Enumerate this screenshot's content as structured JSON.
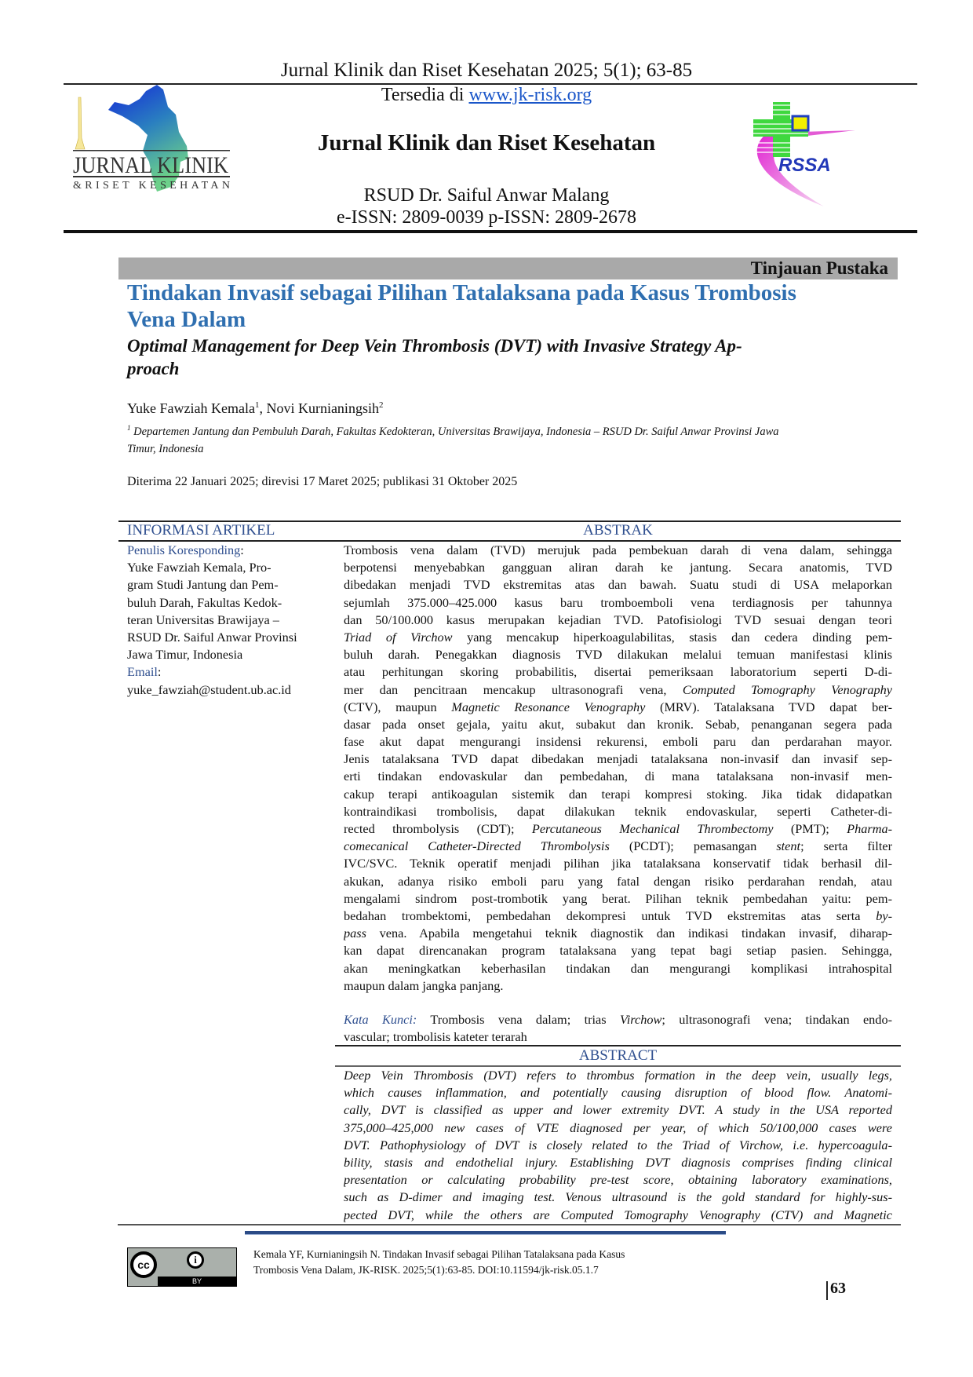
{
  "header": {
    "journal_citation": "Jurnal Klinik dan Riset Kesehatan 2025; 5(1); 63-85",
    "available_prefix": "Tersedia di ",
    "website": "www.jk-risk.org",
    "journal_name": "Jurnal Klinik dan Riset Kesehatan",
    "institution": "RSUD Dr. Saiful Anwar Malang",
    "issn": "e-ISSN: 2809-0039 p-ISSN: 2809-2678",
    "left_logo_text_1": "JURNAL KLINIK",
    "left_logo_text_2": "&RISET KESEHATAN",
    "right_logo_text": "RSSA"
  },
  "article": {
    "type": "Tinjauan Pustaka",
    "title_lines": [
      "Tindakan Invasif sebagai Pilihan Tatalaksana pada Kasus Trombosis",
      "Vena Dalam"
    ],
    "subtitle_lines": [
      "Optimal Management for Deep Vein Thrombosis (DVT) with Invasive Strategy Ap-",
      "proach"
    ],
    "author_1": "Yuke Fawziah Kemala",
    "author_1_sup": "1",
    "author_sep": ", ",
    "author_2": "Novi Kurnianingsih",
    "author_2_sup": "2",
    "affiliation_sup": "1",
    "affiliation_lines": [
      " Departemen Jantung dan Pembuluh Darah, Fakultas Kedokteran, Universitas Brawijaya, Indonesia – RSUD Dr. Saiful Anwar Provinsi Jawa",
      "Timur, Indonesia"
    ],
    "dates": "Diterima 22 Januari 2025; direvisi 17 Maret 2025; publikasi 31 Oktober 2025"
  },
  "info": {
    "heading": "INFORMASI ARTIKEL",
    "corr_label": "Penulis Koresponding",
    "colon": ":",
    "corr_lines": [
      "Yuke Fawziah Kemala, Pro-",
      "gram Studi Jantung dan Pem-",
      "buluh Darah, Fakultas Kedok-",
      "teran Universitas Brawijaya –",
      "RSUD Dr. Saiful Anwar Provinsi",
      "Jawa Timur, Indonesia"
    ],
    "email_label": "Email",
    "email": "yuke_fawziah@student.ub.ac.id"
  },
  "abstrak": {
    "heading": "ABSTRAK",
    "lines": [
      [
        "Trombosis vena dalam (TVD) merujuk pada pembekuan darah di vena dalam, sehingga"
      ],
      [
        "berpotensi menyebabkan gangguan aliran darah ke jantung. Secara anatomis, TVD"
      ],
      [
        "dibedakan menjadi TVD ekstremitas atas dan bawah. Suatu studi di USA melaporkan"
      ],
      [
        "sejumlah 375.000–425.000 kasus baru tromboemboli vena terdiagnosis per tahunnya"
      ],
      [
        "dan 50/100.000 kasus merupakan kejadian TVD. Patofisiologi TVD sesuai dengan teori"
      ],
      [
        "",
        "Triad of Virchow",
        " yang mencakup hiperkoagulabilitas, stasis dan cedera dinding pem-"
      ],
      [
        "buluh darah. Penegakkan diagnosis TVD dilakukan melalui temuan manifestasi klinis"
      ],
      [
        "atau perhitungan skoring probabilitis, disertai pemeriksaan laboratorium seperti D-di-"
      ],
      [
        "mer dan pencitraan mencakup ultrasonografi vena, ",
        "Computed Tomography Venography"
      ],
      [
        "(CTV), maupun ",
        "Magnetic Resonance Venography",
        " (MRV). Tatalaksana TVD dapat ber-"
      ],
      [
        "dasar pada onset gejala, yaitu akut, subakut dan kronik. Sebab, penanganan segera pada"
      ],
      [
        "fase akut dapat mengurangi insidensi rekurensi, emboli paru dan perdarahan mayor."
      ],
      [
        "Jenis tatalaksana TVD dapat dibedakan menjadi tatalaksana non-invasif dan invasif sep-"
      ],
      [
        "erti tindakan endovaskular dan pembedahan, di mana tatalaksana non-invasif men-"
      ],
      [
        "cakup terapi antikoagulan sistemik dan terapi kompresi stoking. Jika tidak didapatkan"
      ],
      [
        "kontraindikasi trombolisis, dapat dilakukan teknik endovaskular, seperti Catheter-di-"
      ],
      [
        "rected thrombolysis (CDT); ",
        "Percutaneous Mechanical Thrombectomy",
        " (PMT); ",
        "Pharma-"
      ],
      [
        "",
        "comecanical Catheter-Directed Thrombolysis",
        " (PCDT); pemasangan ",
        "stent",
        "; serta filter"
      ],
      [
        "IVC/SVC. Teknik operatif menjadi pilihan jika tatalaksana konservatif tidak berhasil dil-"
      ],
      [
        "akukan, adanya risiko emboli paru yang fatal dengan risiko perdarahan rendah, atau"
      ],
      [
        "mengalami sindrom post-trombotik yang berat. Pilihan teknik pembedahan yaitu: pem-"
      ],
      [
        "bedahan trombektomi, pembedahan dekompresi untuk TVD ekstremitas atas serta ",
        "by-"
      ],
      [
        "",
        "pass",
        " vena. Apabila mengetahui teknik diagnostik dan indikasi tindakan invasif, diharap-"
      ],
      [
        "kan dapat direncanakan program tatalaksana yang tepat bagi setiap pasien. Sehingga,"
      ],
      [
        "akan meningkatkan keberhasilan tindakan dan mengurangi komplikasi intrahospital"
      ],
      [
        "maupun dalam jangka panjang."
      ]
    ],
    "keywords_label": "Kata Kunci:",
    "keywords_lines": [
      [
        " Trombosis vena dalam; trias ",
        "Virchow",
        "; ultrasonografi vena; tindakan endo-"
      ],
      [
        "vascular; trombolisis kateter terarah"
      ]
    ]
  },
  "abstract": {
    "heading": "ABSTRACT",
    "lines": [
      "Deep Vein Thrombosis (DVT) refers to thrombus formation in the deep vein, usually legs,",
      "which causes inflammation, and potentially causing disruption of blood flow. Anatomi-",
      "cally, DVT is classified as upper and lower extremity DVT. A study in the USA reported",
      "375,000–425,000 new cases of VTE diagnosed per year, of which 50/100,000 cases were",
      "DVT. Pathophysiology of DVT is closely related to the Triad of Virchow, i.e. hypercoagula-",
      "bility, stasis and endothelial injury. Establishing DVT diagnosis comprises finding clinical",
      "presentation or calculating probability pre-test score, obtaining laboratory examinations,",
      "such as D-dimer and imaging test. Venous ultrasound is the gold standard for highly-sus-",
      "pected DVT, while the others are Computed Tomography Venography (CTV) and Magnetic"
    ]
  },
  "footer": {
    "cc_label": "BY",
    "citation_lines": [
      "Kemala YF, Kurnianingsih N. Tindakan Invasif sebagai Pilihan Tatalaksana pada Kasus",
      "Trombosis Vena Dalam, JK-RISK. 2025;5(1):63-85. DOI:10.11594/jk-risk.05.1.7"
    ],
    "page_number": "63"
  },
  "colors": {
    "title_blue": "#2f6fb0",
    "heading_blue": "#2f4f8f",
    "link": "#1a56c9",
    "bar_gray": "#a9a9a9"
  }
}
